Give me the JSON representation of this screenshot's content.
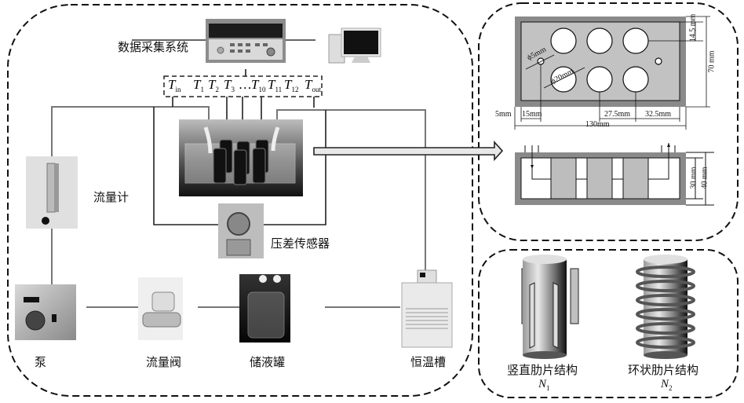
{
  "setup": {
    "data_acquisition_label": "数据采集系统",
    "flowmeter_label": "流量计",
    "pressure_sensor_label": "压差传感器",
    "pump_label": "泵",
    "flow_valve_label": "流量阀",
    "reservoir_label": "储液罐",
    "thermostat_label": "恒温槽",
    "thermocouples": [
      {
        "symbol": "T",
        "sub": "in"
      },
      {
        "symbol": "T",
        "sub": "1"
      },
      {
        "symbol": "T",
        "sub": "2"
      },
      {
        "symbol": "T",
        "sub": "3"
      },
      {
        "symbol": "…",
        "sub": ""
      },
      {
        "symbol": "T",
        "sub": "10"
      },
      {
        "symbol": "T",
        "sub": "11"
      },
      {
        "symbol": "T",
        "sub": "12"
      },
      {
        "symbol": "T",
        "sub": "out"
      }
    ]
  },
  "dimensions": {
    "fin_height": "14.5 mm",
    "total_height": "70 mm",
    "small_hole": "ϕ5mm",
    "large_hole": "ϕ20mm",
    "wall": "5mm",
    "offset": "15mm",
    "pitch": "27.5mm",
    "edge": "32.5mm",
    "length": "130mm",
    "inner_depth": "30 mm",
    "outer_depth": "40 mm"
  },
  "fins": {
    "vertical_label": "竖直肋片结构",
    "vertical_symbol": "N",
    "vertical_sub": "1",
    "annular_label": "环状肋片结构",
    "annular_symbol": "N",
    "annular_sub": "2"
  }
}
